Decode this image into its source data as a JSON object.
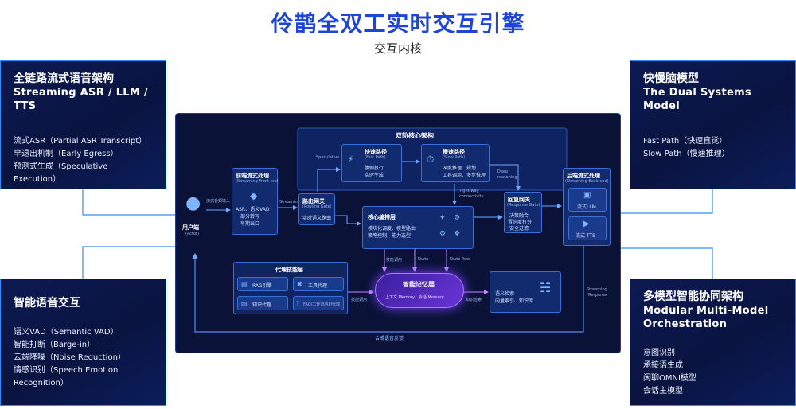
{
  "header": {
    "title": "伶鹊全双工实时交互引擎",
    "subtitle": "交互内核"
  },
  "cards": {
    "tl": {
      "title_cn": "全链路流式语音架构",
      "title_en": "Streaming ASR / LLM / TTS",
      "items": [
        "流式ASR（Partial ASR Transcript）",
        "早退出机制（Early Egress）",
        "预测式生成（Speculative Execution）"
      ]
    },
    "tr": {
      "title_cn": "快慢脑模型",
      "title_en": "The Dual Systems Model",
      "items": [
        "Fast Path（快速直觉）",
        "Slow Path（慢速推理）"
      ]
    },
    "bl": {
      "title_cn": "智能语音交互",
      "items": [
        "语义VAD（Semantic VAD）",
        "智能打断（Barge-in）",
        "云端降噪（Noise Reduction）",
        "情感识别（Speech Emotion Recognition）"
      ]
    },
    "br": {
      "title_cn": "多模型智能协同架构",
      "title_en_1": "Modular Multi-Model",
      "title_en_2": "Orchestration",
      "items": [
        "意图识别",
        "承接语生成",
        "闲聊OMNI模型",
        "会话主模型"
      ]
    }
  },
  "core": {
    "dual_track": "双轨核心架构",
    "speculative": "Speculative",
    "deep_reasoning_1": "Deep",
    "deep_reasoning_2": "reasoning",
    "tight_way_1": "Tight-way",
    "tight_way_2": "connectivity",
    "streaming_in": "流式音频输入",
    "streaming": "Streaming",
    "streaming_response_1": "Streaming",
    "streaming_response_2": "Response",
    "user": {
      "cn": "用户端",
      "en": "(Actor)"
    },
    "frontend": {
      "cn": "前端流式处理",
      "en": "(Streaming Front-end)",
      "l1": "ASR、语义VAD",
      "l2": "部分转写",
      "l3": "早期出口"
    },
    "routing": {
      "cn": "路由网关",
      "en": "(Routing Gate)",
      "desc": "实时语义路由"
    },
    "fast": {
      "cn": "快速路径",
      "en": "(Fast Path)",
      "l1": "腹侧执行",
      "l2": "实时生成"
    },
    "slow": {
      "cn": "慢速路径",
      "en": "(Slow Path)",
      "l1": "深度推理、规划",
      "l2": "工具调用、多步推理"
    },
    "response": {
      "cn": "回复网关",
      "en": "(Response Gate)",
      "l1": "决策融合",
      "l2": "置信度打分",
      "l3": "安全过滤"
    },
    "backend": {
      "cn": "后端流式处理",
      "en": "(Streaming Back-end)",
      "llm": "流式LLM",
      "tts": "流式 TTS"
    },
    "orchestration": {
      "cn": "核心编排层",
      "l1": "模块化调度、模型路由",
      "l2": "策略控制、能力选型"
    },
    "agent_layer": {
      "title": "代理技能层",
      "rag": "RAG引擎",
      "tool": "工具代理",
      "knowledge": "知识代理",
      "faq": "FAQ/工作流/API代理"
    },
    "memory": {
      "title": "智能记忆层",
      "desc": "上下文 Memory、会话 Memory"
    },
    "retrieval": {
      "title": "检索与技能库",
      "l1": "语义检索",
      "l2": "向量索引、知识库"
    },
    "skill_call": "技能调用",
    "state": "State",
    "state_flow": "State flow",
    "skill_call_2": "技能调用",
    "knowledge_retrieval": "知识检索",
    "feedback": "合成语音反馈"
  },
  "colors": {
    "title": "#1f45d8",
    "card_bg": "#0c1a52",
    "card_border": "#2f8cff",
    "core_bg": "#0a1238",
    "box": "#122a6e",
    "memory": "#5b2fc0"
  }
}
